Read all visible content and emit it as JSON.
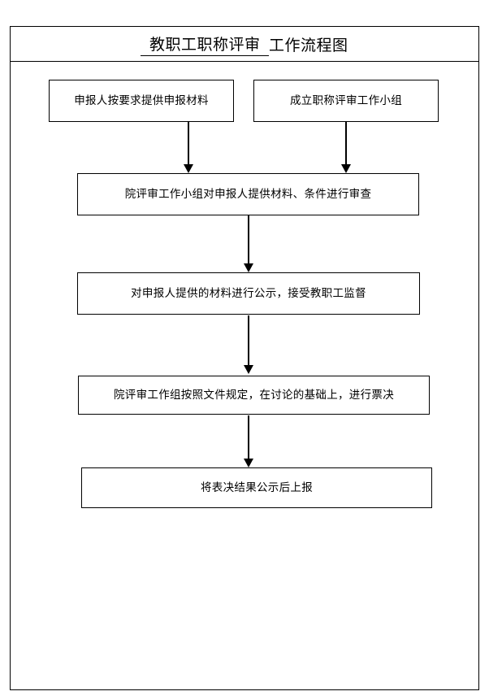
{
  "document": {
    "title_underlined": "  教职工职称评审  ",
    "title_rest": "工作流程图"
  },
  "flowchart": {
    "nodes": [
      {
        "id": "node-1",
        "label": "申报人按要求提供申报材料"
      },
      {
        "id": "node-2",
        "label": "成立职称评审工作小组"
      },
      {
        "id": "node-3",
        "label": "院评审工作小组对申报人提供材料、条件进行审查"
      },
      {
        "id": "node-4",
        "label": "对申报人提供的材料进行公示，接受教职工监督"
      },
      {
        "id": "node-5",
        "label": "院评审工作组按照文件规定，在讨论的基础上，进行票决"
      },
      {
        "id": "node-6",
        "label": "将表决结果公示后上报"
      }
    ],
    "connectors": [
      {
        "id": "arrow-1",
        "from": "node-1",
        "to": "node-3"
      },
      {
        "id": "arrow-2",
        "from": "node-2",
        "to": "node-3"
      },
      {
        "id": "arrow-3",
        "from": "node-3",
        "to": "node-4"
      },
      {
        "id": "arrow-4",
        "from": "node-4",
        "to": "node-5"
      },
      {
        "id": "arrow-5",
        "from": "node-5",
        "to": "node-6"
      }
    ]
  },
  "style": {
    "line_color": "#000000",
    "background": "#ffffff"
  }
}
